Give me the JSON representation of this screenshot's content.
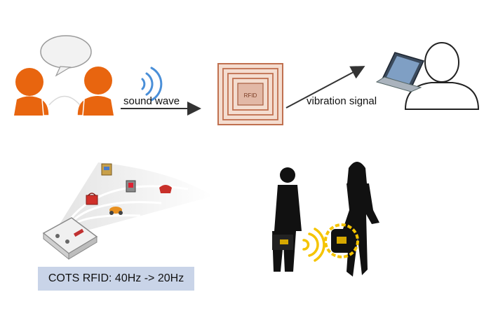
{
  "labels": {
    "sound_wave": "sound wave",
    "vibration_signal": "vibration signal",
    "cots_rfid": "COTS RFID: 40Hz -> 20Hz",
    "rfid_chip": "RFID"
  },
  "colors": {
    "person_orange": "#e8650f",
    "wave_blue": "#4a8fd8",
    "rfid_copper": "#c0704f",
    "cots_box_bg": "#c9d4e8",
    "silhouette": "#111111",
    "signal_yellow": "#f5c400"
  },
  "icons": [
    "talking-people-icon",
    "speech-bubble-icon",
    "sound-wave-icon",
    "rfid-tag-icon",
    "laptop-user-icon",
    "rfid-reader-icon",
    "tagged-items-icon",
    "businesspeople-silhouette-icon",
    "signal-arc-icon"
  ]
}
